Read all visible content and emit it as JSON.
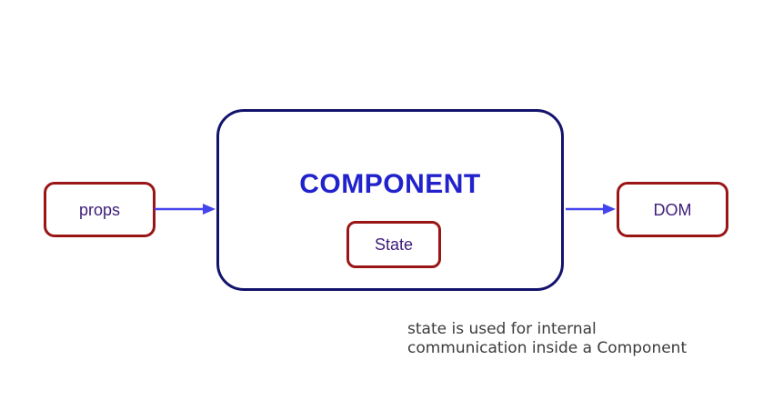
{
  "diagram": {
    "input_box": {
      "label": "props"
    },
    "component_box": {
      "title": "COMPONENT",
      "state_box": {
        "label": "State"
      }
    },
    "output_box": {
      "label": "DOM"
    },
    "arrows": {
      "first": "props-to-component-arrow",
      "second": "component-to-dom-arrow"
    },
    "caption": {
      "line1": "state is used for internal",
      "line2": "communication inside a Component"
    }
  },
  "colors": {
    "component_border": "#13136d",
    "component_title": "#2222cc",
    "small_box_border": "#9a1616",
    "small_box_text": "#3d1d78",
    "arrow": "#4444ee",
    "caption_text": "#3b3b3b",
    "background": "#ffffff"
  }
}
